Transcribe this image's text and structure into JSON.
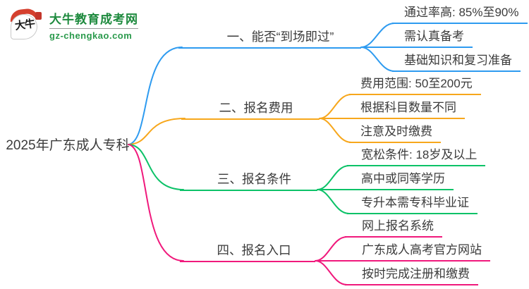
{
  "logo": {
    "icon_text": "大牛",
    "title": "大牛教育成考网",
    "domain": "gz-chengkao.com",
    "title_color": "#1e8a3e",
    "domain_color": "#2a9a4c",
    "accent_red": "#d5402e"
  },
  "mindmap": {
    "root": "2025年广东成人专科",
    "text_color": "#3b3b3b",
    "branches": [
      {
        "label": "一、能否“到场即过”",
        "color": "#2e9bf0",
        "children": [
          "通过率高: 85%至90%",
          "需认真备考",
          "基础知识和复习准备"
        ]
      },
      {
        "label": "二、报名费用",
        "color": "#f7a71c",
        "children": [
          "费用范围: 50至200元",
          "根据科目数量不同",
          "注意及时缴费"
        ]
      },
      {
        "label": "三、报名条件",
        "color": "#0cc268",
        "children": [
          "宽松条件: 18岁及以上",
          "高中或同等学历",
          "专升本需专科毕业证"
        ]
      },
      {
        "label": "四、报名入口",
        "color": "#f0197c",
        "children": [
          "网上报名系统",
          "广东成人高考官方网站",
          "按时完成注册和缴费"
        ]
      }
    ]
  }
}
